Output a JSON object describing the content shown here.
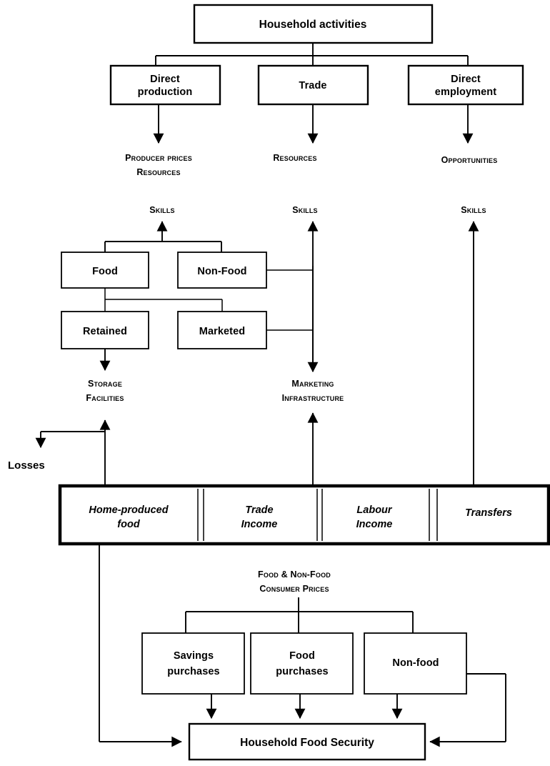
{
  "diagram": {
    "title_box": {
      "label": "Household activities"
    },
    "activity_boxes": [
      {
        "id": "direct-production",
        "label_line1": "Direct",
        "label_line2": "production"
      },
      {
        "id": "trade",
        "label_line1": "Trade",
        "label_line2": ""
      },
      {
        "id": "direct-employment",
        "label_line1": "Direct",
        "label_line2": "employment"
      }
    ],
    "resource_labels": [
      {
        "id": "producer-prices-resources",
        "line1": "Producer prices",
        "line2": "Resources"
      },
      {
        "id": "resources",
        "line1": "Resources",
        "line2": ""
      },
      {
        "id": "opportunities",
        "line1": "Opportunities",
        "line2": ""
      }
    ],
    "skills_labels": [
      {
        "id": "skills-left",
        "text": "Skills"
      },
      {
        "id": "skills-middle",
        "text": "Skills"
      },
      {
        "id": "skills-right",
        "text": "Skills"
      }
    ],
    "production_boxes": [
      {
        "id": "food",
        "label": "Food"
      },
      {
        "id": "non-food",
        "label": "Non-Food"
      },
      {
        "id": "retained",
        "label": "Retained"
      },
      {
        "id": "marketed",
        "label": "Marketed"
      }
    ],
    "infrastructure_labels": [
      {
        "id": "storage-facilities",
        "line1": "Storage",
        "line2": "Facilities"
      },
      {
        "id": "marketing-infrastructure",
        "line1": "Marketing",
        "line2": "Infrastructure"
      }
    ],
    "losses_label": {
      "text": "Losses"
    },
    "income_bar": {
      "segments": [
        {
          "id": "home-produced-food",
          "line1": "Home-produced",
          "line2": "food"
        },
        {
          "id": "trade-income",
          "line1": "Trade",
          "line2": "Income"
        },
        {
          "id": "labour-income",
          "line1": "Labour",
          "line2": "Income"
        },
        {
          "id": "transfers",
          "line1": "Transfers",
          "line2": ""
        }
      ]
    },
    "consumer_prices_label": {
      "line1": "Food & Non-Food",
      "line2": "Consumer Prices"
    },
    "purchase_boxes": [
      {
        "id": "savings-purchases",
        "line1": "Savings",
        "line2": "purchases"
      },
      {
        "id": "food-purchases",
        "line1": "Food",
        "line2": "purchases"
      },
      {
        "id": "non-food-purchases",
        "line1": "Non-food",
        "line2": ""
      }
    ],
    "outcome_box": {
      "label": "Household Food Security"
    },
    "colors": {
      "line": "#000000",
      "box_fill": "#ffffff",
      "text": "#000000",
      "background": "#ffffff"
    }
  }
}
